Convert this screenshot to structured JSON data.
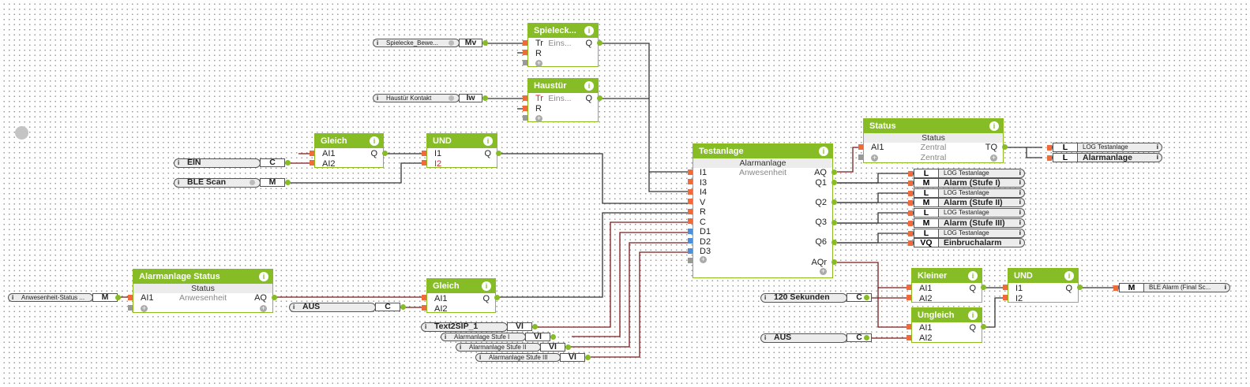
{
  "colors": {
    "block_header": "#86bc25",
    "input_pin": "#f06a3c",
    "digital_pin": "#4d8fd8",
    "output_pin": "#86bc25",
    "wire_red": "#7a1a1a",
    "wire_dark": "#333333"
  },
  "info_icon": "i",
  "plus_icon": "+",
  "inputs": [
    {
      "id": "spielecke",
      "label": "Spielecke_Bewe...",
      "type": "Mv"
    },
    {
      "id": "haustuer",
      "label": "Haustür Kontakt",
      "type": "Iw"
    },
    {
      "id": "ein",
      "label": "EIN",
      "type": "C"
    },
    {
      "id": "ble_scan",
      "label": "BLE Scan",
      "type": "M"
    },
    {
      "id": "anwesenheit",
      "label": "Anwesenheit-Status ...",
      "type": "M"
    },
    {
      "id": "aus1",
      "label": "AUS",
      "type": "C"
    },
    {
      "id": "text2sip",
      "label": "Text2SIP_1",
      "type": "VI"
    },
    {
      "id": "stufe1",
      "label": "Alarmanlage Stufe I",
      "type": "VI"
    },
    {
      "id": "stufe2",
      "label": "Alarmanlage Stufe II",
      "type": "VI"
    },
    {
      "id": "stufe3",
      "label": "Alarmanlage Stufe III",
      "type": "VI"
    },
    {
      "id": "sek120",
      "label": "120 Sekunden",
      "type": "C"
    },
    {
      "id": "aus2",
      "label": "AUS",
      "type": "C"
    }
  ],
  "blocks": {
    "spielecke": {
      "title": "Spieleck...",
      "inputs": [
        "Tr",
        "R"
      ],
      "center": "Eins...",
      "output": "Q"
    },
    "haustuer": {
      "title": "Haustür",
      "inputs": [
        "Tr",
        "R"
      ],
      "center": "Eins...",
      "output": "Q"
    },
    "gleich1": {
      "title": "Gleich",
      "inputs": [
        "AI1",
        "AI2"
      ],
      "output": "Q"
    },
    "und1": {
      "title": "UND",
      "inputs": [
        "I1",
        "I2"
      ],
      "output": "Q"
    },
    "alarm_status": {
      "title": "Alarmanlage Status",
      "sub": "Status",
      "inputs": [
        "AI1"
      ],
      "center": "Anwesenheit",
      "output": "AQ"
    },
    "gleich2": {
      "title": "Gleich",
      "inputs": [
        "AI1",
        "AI2"
      ],
      "output": "Q"
    },
    "testanlage": {
      "title": "Testanlage",
      "sub": "Alarmanlage",
      "center": "Anwesenheit",
      "inputs": [
        "I1",
        "I3",
        "I4",
        "V",
        "R",
        "C",
        "D1",
        "D2",
        "D3"
      ],
      "outputs": [
        "AQ",
        "Q1",
        "Q2",
        "Q3",
        "Q6",
        "AQr"
      ]
    },
    "status": {
      "title": "Status",
      "sub": "Status",
      "inputs": [
        "AI1"
      ],
      "center": "Zentral",
      "center2": "Zentral",
      "output": "TQ"
    },
    "kleiner": {
      "title": "Kleiner",
      "inputs": [
        "AI1",
        "AI2"
      ],
      "output": "Q"
    },
    "ungleich": {
      "title": "Ungleich",
      "inputs": [
        "AI1",
        "AI2"
      ],
      "output": "Q"
    },
    "und2": {
      "title": "UND",
      "inputs": [
        "I1",
        "I2"
      ],
      "output": "Q"
    }
  },
  "outputs": [
    {
      "type": "L",
      "label": "LOG Testanlage"
    },
    {
      "type": "L",
      "label": "Alarmanlage"
    },
    {
      "type": "L",
      "label": "LOG Testanlage"
    },
    {
      "type": "M",
      "label": "Alarm (Stufe I)"
    },
    {
      "type": "L",
      "label": "LOG Testanlage"
    },
    {
      "type": "M",
      "label": "Alarm (Stufe II)"
    },
    {
      "type": "L",
      "label": "LOG Testanlage"
    },
    {
      "type": "M",
      "label": "Alarm (Stufe III)"
    },
    {
      "type": "L",
      "label": "LOG Testanlage"
    },
    {
      "type": "VQ",
      "label": "Einbruchalarm"
    },
    {
      "type": "M",
      "label": "BLE Alarm (Final Sc..."
    }
  ]
}
